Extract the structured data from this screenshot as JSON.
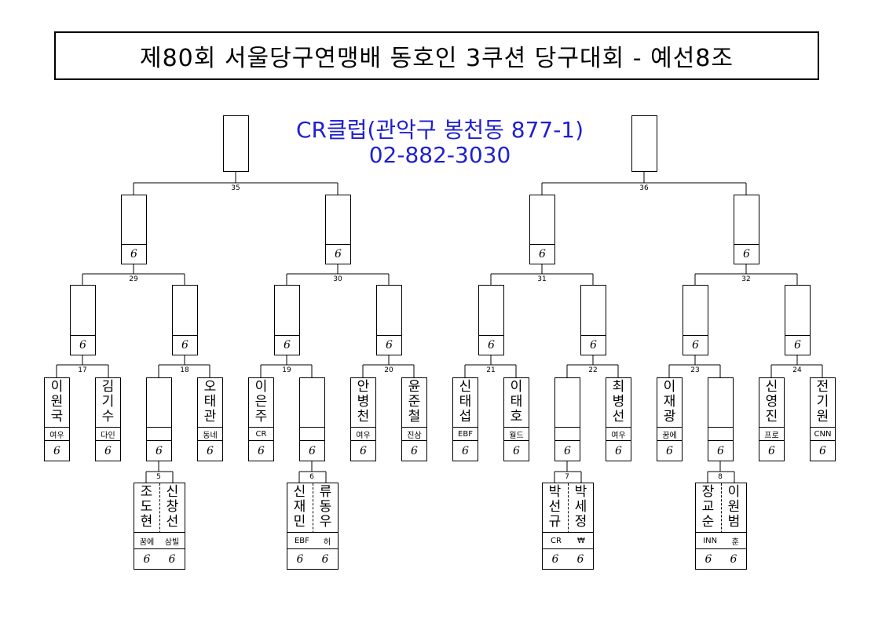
{
  "title": "제80회 서울당구연맹배 동호인 3쿠션 당구대회 - 예선8조",
  "venue": {
    "line1": "CR클럽(관악구 봉천동 877-1)",
    "line2": "02-882-3030"
  },
  "score_mark": "6",
  "match_numbers": {
    "m35": "35",
    "m36": "36",
    "m29": "29",
    "m30": "30",
    "m31": "31",
    "m32": "32",
    "m17": "17",
    "m18": "18",
    "m19": "19",
    "m20": "20",
    "m21": "21",
    "m22": "22",
    "m23": "23",
    "m24": "24",
    "m5": "5",
    "m6": "6",
    "m7": "7",
    "m8": "8"
  },
  "players": {
    "p17a": {
      "name": "이\n원\n국",
      "club": "여우"
    },
    "p17b": {
      "name": "김\n기\n수",
      "club": "다인"
    },
    "p18b": {
      "name": "오\n태\n관",
      "club": "동네"
    },
    "p19a": {
      "name": "이\n은\n주",
      "club": "CR"
    },
    "p20a": {
      "name": "안\n병\n천",
      "club": "여우"
    },
    "p20b": {
      "name": "윤\n준\n철",
      "club": "진삼"
    },
    "p21a": {
      "name": "신\n태\n섭",
      "club": "EBF"
    },
    "p21b": {
      "name": "이\n태\n호",
      "club": "월드"
    },
    "p22b": {
      "name": "최\n병\n선",
      "club": "여우"
    },
    "p23a": {
      "name": "이\n재\n광",
      "club": "꿈에"
    },
    "p24a": {
      "name": "신\n영\n진",
      "club": "프로"
    },
    "p24b": {
      "name": "전\n기\n원",
      "club": "CNN"
    },
    "p5a": {
      "name": "조\n도\n현",
      "club": "꿈에"
    },
    "p5b": {
      "name": "신\n창\n선",
      "club": "삼빌"
    },
    "p6a": {
      "name": "신\n재\n민",
      "club": "EBF"
    },
    "p6b": {
      "name": "류\n동\n우",
      "club": "허"
    },
    "p7a": {
      "name": "박\n선\n규",
      "club": "CR"
    },
    "p7b": {
      "name": "박\n세\n정",
      "club": "₩"
    },
    "p8a": {
      "name": "장\n교\n순",
      "club": "INN"
    },
    "p8b": {
      "name": "이\n원\n범",
      "club": "훈"
    }
  }
}
